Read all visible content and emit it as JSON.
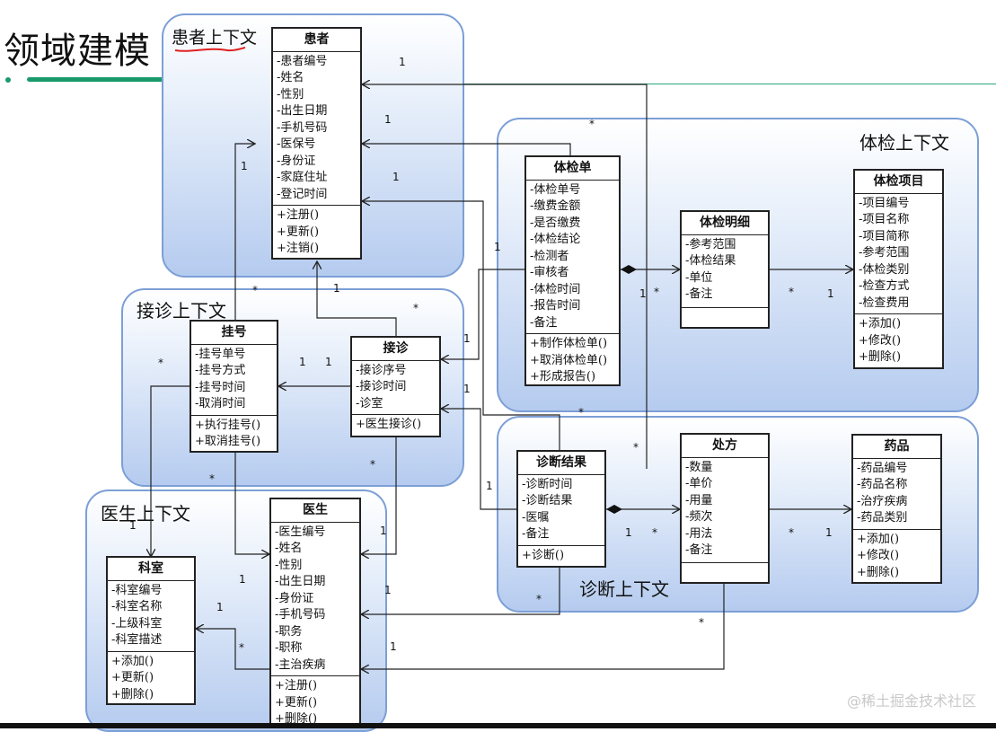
{
  "title": "领域建模",
  "contexts": {
    "patient": "患者上下文",
    "exam": "体检上下文",
    "visit": "接诊上下文",
    "doctor": "医生上下文",
    "diagnosis": "诊断上下文"
  },
  "classes": {
    "patient": {
      "name": "患者",
      "attrs": [
        "-患者编号",
        "-姓名",
        "-性别",
        "-出生日期",
        "-手机号码",
        "-医保号",
        "-身份证",
        "-家庭住址",
        "-登记时间"
      ],
      "ops": [
        "+注册()",
        "+更新()",
        "+注销()"
      ]
    },
    "exam_order": {
      "name": "体检单",
      "attrs": [
        "-体检单号",
        "-缴费金额",
        "-是否缴费",
        "-体检结论",
        "-检测者",
        "-审核者",
        "-体检时间",
        "-报告时间",
        "-备注"
      ],
      "ops": [
        "+制作体检单()",
        "+取消体检单()",
        "+形成报告()"
      ]
    },
    "exam_detail": {
      "name": "体检明细",
      "attrs": [
        "-参考范围",
        "-体检结果",
        "-单位",
        "-备注"
      ],
      "ops": []
    },
    "exam_item": {
      "name": "体检项目",
      "attrs": [
        "-项目编号",
        "-项目名称",
        "-项目简称",
        "-参考范围",
        "-体检类别",
        "-检查方式",
        "-检查费用"
      ],
      "ops": [
        "+添加()",
        "+修改()",
        "+删除()"
      ]
    },
    "registration": {
      "name": "挂号",
      "attrs": [
        "-挂号单号",
        "-挂号方式",
        "-挂号时间",
        "-取消时间"
      ],
      "ops": [
        "+执行挂号()",
        "+取消挂号()"
      ]
    },
    "reception": {
      "name": "接诊",
      "attrs": [
        "-接诊序号",
        "-接诊时间",
        "-诊室"
      ],
      "ops": [
        "+医生接诊()"
      ]
    },
    "diagnosis_result": {
      "name": "诊断结果",
      "attrs": [
        "-诊断时间",
        "-诊断结果",
        "-医嘱",
        "-备注"
      ],
      "ops": [
        "+诊断()"
      ]
    },
    "prescription": {
      "name": "处方",
      "attrs": [
        "-数量",
        "-单价",
        "-用量",
        "-频次",
        "-用法",
        "-备注"
      ],
      "ops": []
    },
    "drug": {
      "name": "药品",
      "attrs": [
        "-药品编号",
        "-药品名称",
        "-治疗疾病",
        "-药品类别"
      ],
      "ops": [
        "+添加()",
        "+修改()",
        "+删除()"
      ]
    },
    "department": {
      "name": "科室",
      "attrs": [
        "-科室编号",
        "-科室名称",
        "-上级科室",
        "-科室描述"
      ],
      "ops": [
        "+添加()",
        "+更新()",
        "+删除()"
      ]
    },
    "doctor": {
      "name": "医生",
      "attrs": [
        "-医生编号",
        "-姓名",
        "-性别",
        "-出生日期",
        "-身份证",
        "-手机号码",
        "-职务",
        "-职称",
        "-主治疾病"
      ],
      "ops": [
        "+注册()",
        "+更新()",
        "+删除()"
      ]
    }
  },
  "multiplicities": {
    "one": "1",
    "many": "*"
  },
  "watermark": "@稀土掘金技术社区"
}
